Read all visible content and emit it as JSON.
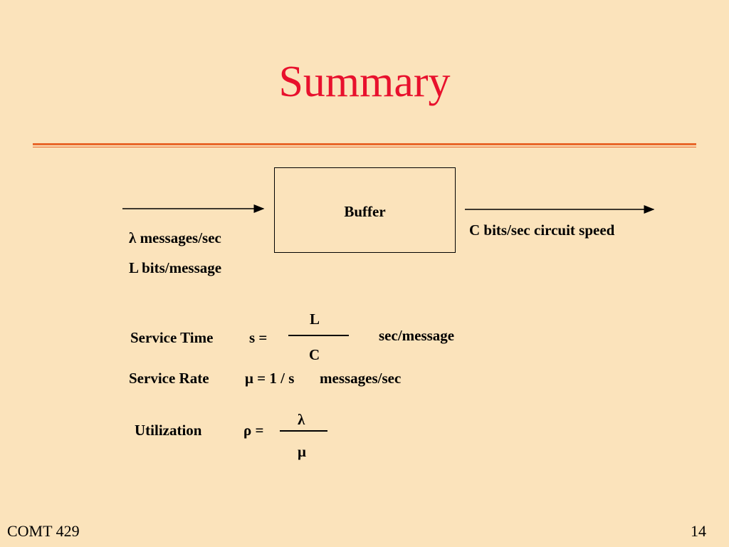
{
  "slide": {
    "title": "Summary",
    "footer_left": "COMT 429",
    "page_number": "14"
  },
  "diagram": {
    "buffer_label": "Buffer",
    "input_rate": "λ messages/sec",
    "input_size": "L bits/message",
    "output_speed": "C bits/sec circuit speed"
  },
  "formulas": {
    "service_time": {
      "label": "Service Time",
      "lhs": "s =",
      "numerator": "L",
      "denominator": "C",
      "unit": "sec/message"
    },
    "service_rate": {
      "label": "Service Rate",
      "expression": "μ = 1 / s",
      "unit": "messages/sec"
    },
    "utilization": {
      "label": "Utilization",
      "lhs": "ρ =",
      "numerator": "λ",
      "denominator": "μ"
    }
  },
  "colors": {
    "background": "#fbe3bb",
    "title": "#e8112d",
    "rule": "#e8662a"
  }
}
